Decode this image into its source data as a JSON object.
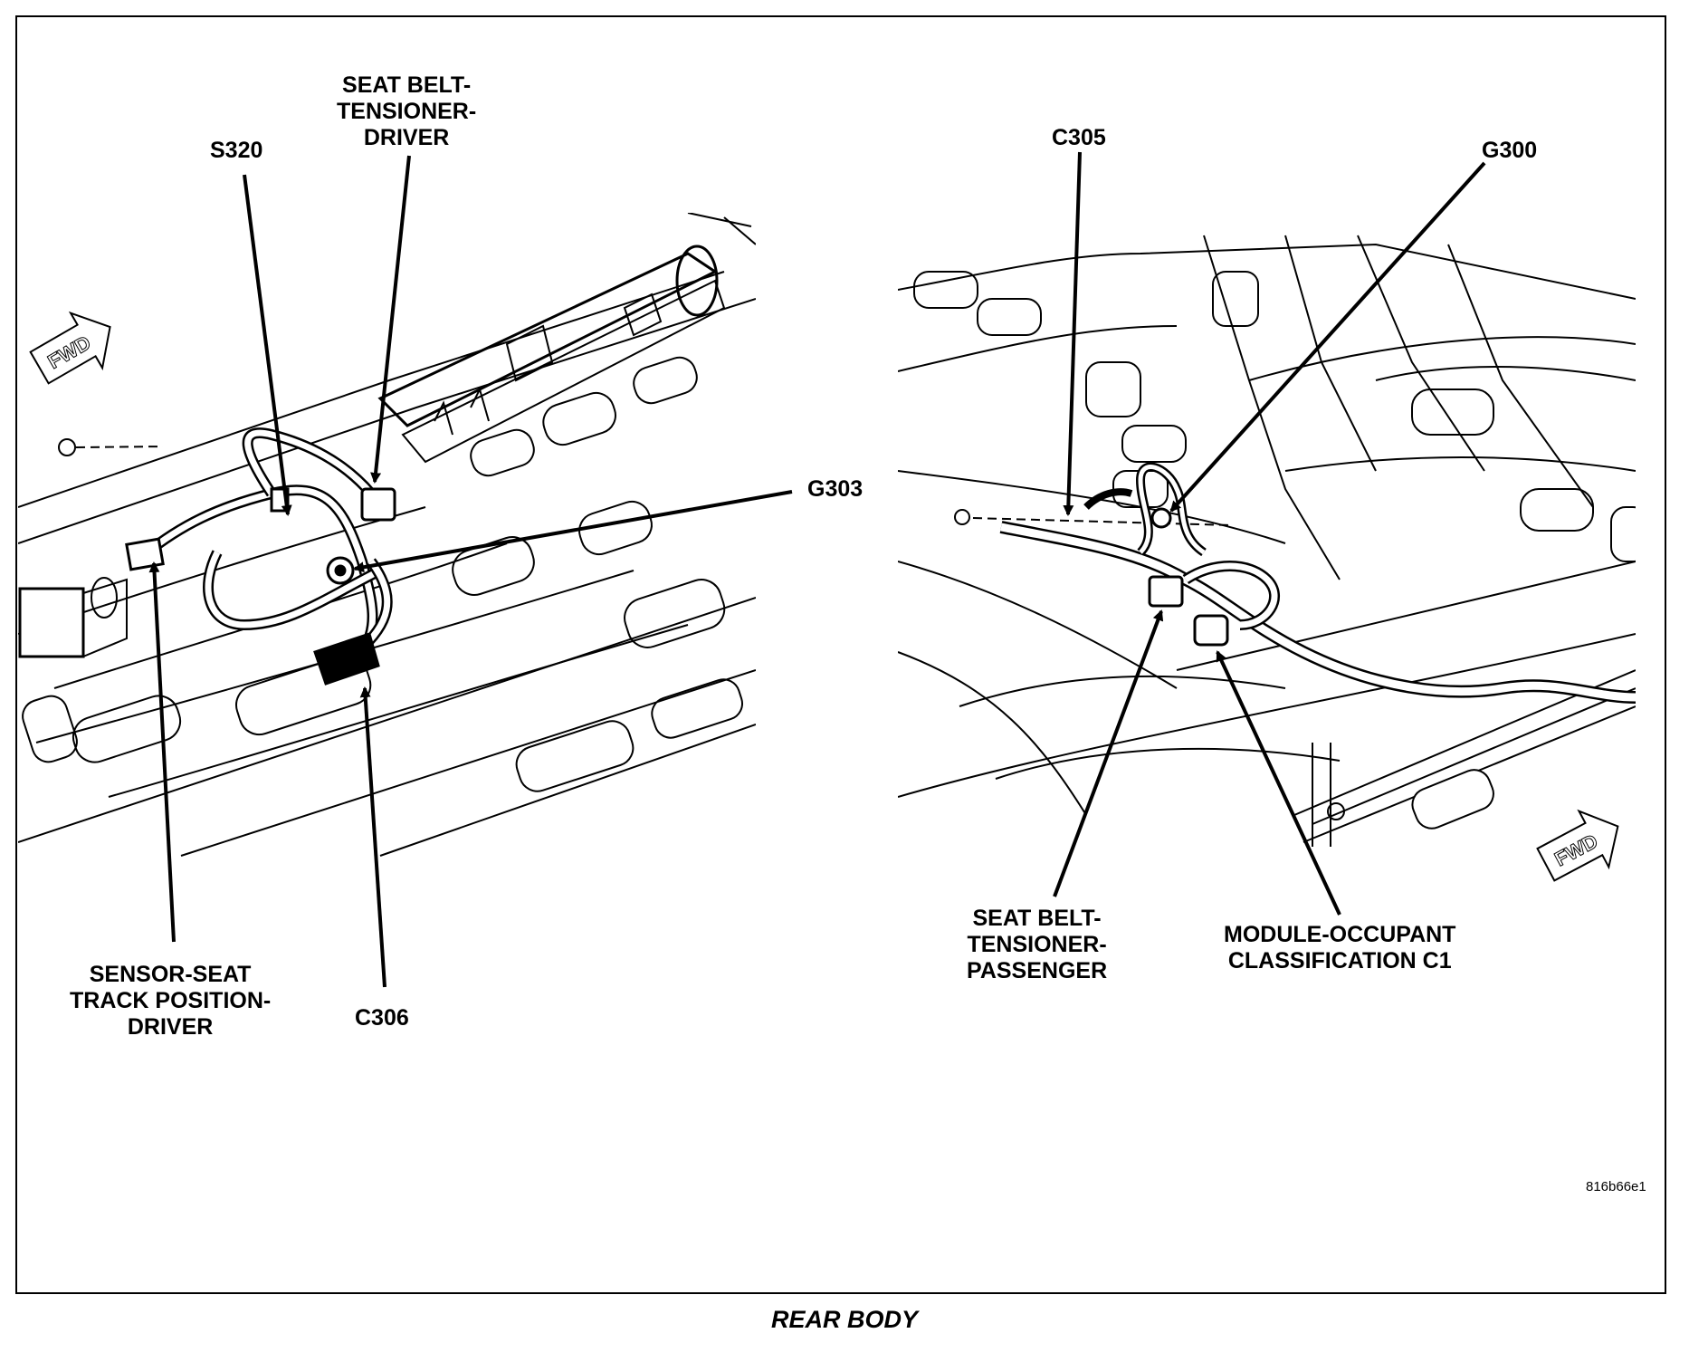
{
  "labels": {
    "s320": "S320",
    "seat_belt_tensioner_driver": [
      "SEAT BELT-",
      "TENSIONER-",
      "DRIVER"
    ],
    "g303": "G303",
    "sensor_seat_track_position_driver": [
      "SENSOR-SEAT",
      "TRACK POSITION-",
      "DRIVER"
    ],
    "c306": "C306",
    "c305": "C305",
    "g300": "G300",
    "seat_belt_tensioner_passenger": [
      "SEAT BELT-",
      "TENSIONER-",
      "PASSENGER"
    ],
    "module_occupant_classification_c1": [
      "MODULE-OCCUPANT",
      "CLASSIFICATION C1"
    ],
    "fwd_left": "FWD",
    "fwd_right": "FWD"
  },
  "figure_code": "816b66e1",
  "caption": "REAR BODY"
}
